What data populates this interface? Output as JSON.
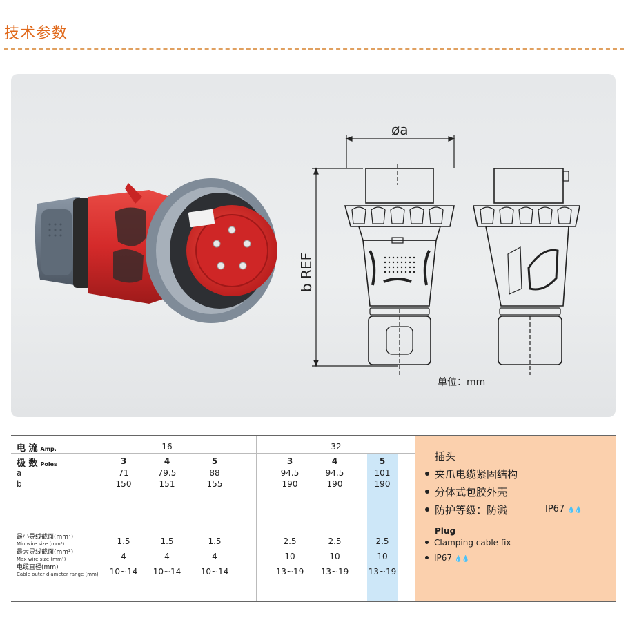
{
  "header": {
    "title": "技术参数"
  },
  "drawing": {
    "dim_a": "øa",
    "dim_b": "b REF",
    "unit": "单位：mm"
  },
  "table": {
    "current_cn": "电 流",
    "current_en": "Amp.",
    "current_16": "16",
    "current_32": "32",
    "poles_cn": "极 数",
    "poles_en": "Poles",
    "poles": [
      "3",
      "4",
      "5",
      "3",
      "4",
      "5"
    ],
    "a_label": "a",
    "a_values": [
      "71",
      "79.5",
      "88",
      "94.5",
      "94.5",
      "101"
    ],
    "b_label": "b",
    "b_values": [
      "150",
      "151",
      "155",
      "190",
      "190",
      "190"
    ],
    "min_wire_cn": "最小导线截面(mm²)",
    "min_wire_en": "Min wire size (mm²)",
    "min_wire_values": [
      "1.5",
      "1.5",
      "1.5",
      "2.5",
      "2.5",
      "2.5"
    ],
    "max_wire_cn": "最大导线截面(mm²)",
    "max_wire_en": "Max wire size (mm²)",
    "max_wire_values": [
      "4",
      "4",
      "4",
      "10",
      "10",
      "10"
    ],
    "cable_cn": "电缆直径(mm)",
    "cable_en": "Cable outer diameter range (mm)",
    "cable_values": [
      "10~14",
      "10~14",
      "10~14",
      "13~19",
      "13~19",
      "13~19"
    ]
  },
  "side": {
    "title_cn": "插头",
    "bullets_cn": [
      "夹爪电缆紧固结构",
      "分体式包胶外壳",
      "防护等级：防溅"
    ],
    "ip_cn": "IP67",
    "title_en": "Plug",
    "bullets_en": [
      "Clamping cable fix",
      "IP67"
    ]
  },
  "colors": {
    "accent": "#e0691b",
    "highlight": "#cde7f8",
    "side_panel": "#fbd0ad",
    "plug_red": "#d42a2a"
  }
}
